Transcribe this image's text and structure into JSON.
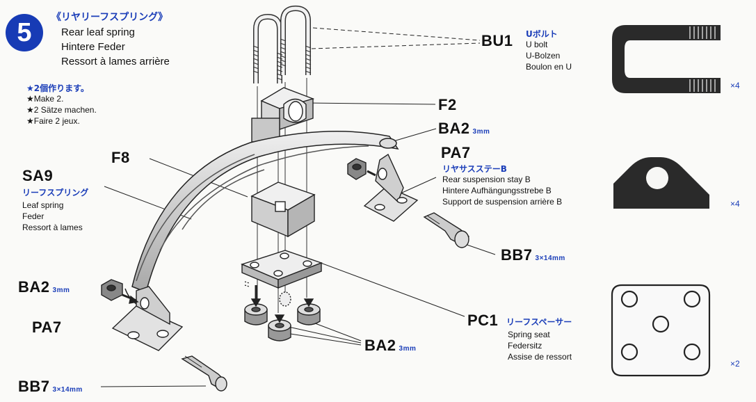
{
  "step": {
    "number": "5",
    "title_jp": "《リヤリーフスプリング》",
    "title_en": "Rear leaf spring",
    "title_de": "Hintere Feder",
    "title_fr": "Ressort à lames arrière"
  },
  "make_note": {
    "jp": "★2個作ります。",
    "en": "★Make 2.",
    "de": "★2 Sätze machen.",
    "fr": "★Faire 2 jeux."
  },
  "parts": {
    "bu1": {
      "code": "BU1",
      "jp": "Uボルト",
      "en": "U bolt",
      "de": "U-Bolzen",
      "fr": "Boulon en U",
      "qty": "×4"
    },
    "f2": {
      "code": "F2"
    },
    "ba2_top": {
      "code": "BA2",
      "size": "3mm"
    },
    "pa7_right": {
      "code": "PA7",
      "jp": "リヤサスステーB",
      "en": "Rear suspension stay B",
      "de": "Hintere Aufhängungsstrebe B",
      "fr": "Support de suspension arrière B",
      "qty": "×4"
    },
    "f8": {
      "code": "F8"
    },
    "sa9": {
      "code": "SA9",
      "jp": "リーフスプリング",
      "en": "Leaf spring",
      "de": "Feder",
      "fr": "Ressort à lames"
    },
    "bb7_right": {
      "code": "BB7",
      "size": "3×14mm"
    },
    "ba2_left": {
      "code": "BA2",
      "size": "3mm"
    },
    "pa7_left": {
      "code": "PA7"
    },
    "pc1": {
      "code": "PC1",
      "jp": "リーフスペーサー",
      "en": "Spring seat",
      "de": "Federsitz",
      "fr": "Assise de ressort",
      "qty": "×2"
    },
    "ba2_bottom": {
      "code": "BA2",
      "size": "3mm"
    },
    "bb7_bottom": {
      "code": "BB7",
      "size": "3×14mm"
    }
  }
}
